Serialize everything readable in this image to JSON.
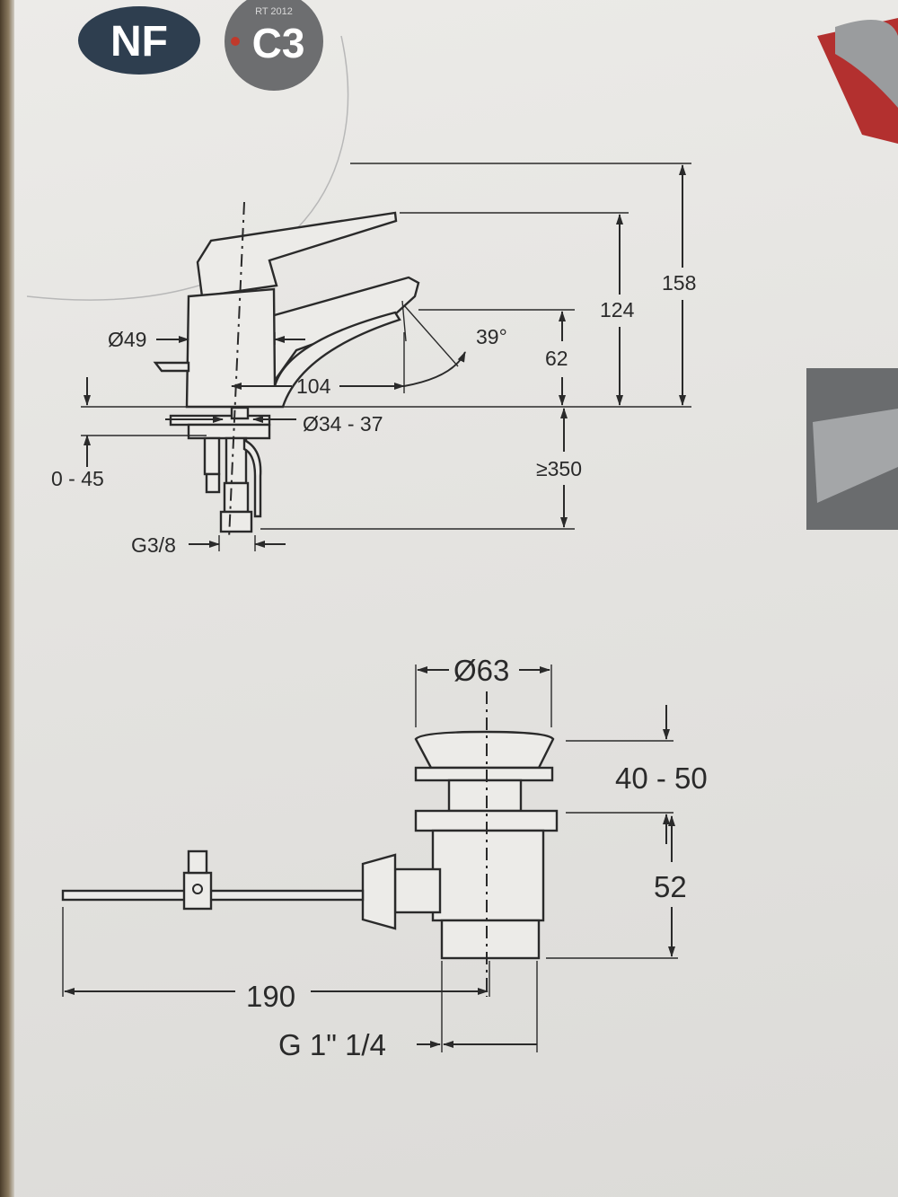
{
  "badges": {
    "nf": "NF",
    "rt": "RT 2012",
    "c3": "C3"
  },
  "faucet": {
    "d_body": "Ø49",
    "spout_reach": "104",
    "d_hole": "Ø34 - 37",
    "deck_thickness": "0 - 45",
    "thread": "G3/8",
    "angle": "39°",
    "spout_height": "62",
    "lever_height": "124",
    "total_height": "158",
    "hose_length": "≥350"
  },
  "drain": {
    "d_plug": "Ø63",
    "plug_stroke": "40 - 50",
    "body_height": "52",
    "rod_length": "190",
    "thread": "G 1\" 1/4"
  },
  "colors": {
    "line": "#2a2a2a",
    "paper": "#ecebe8",
    "nf_badge": "#2e3e4f",
    "c3_badge": "#6d6e70",
    "c3_dot": "#c0392b"
  }
}
